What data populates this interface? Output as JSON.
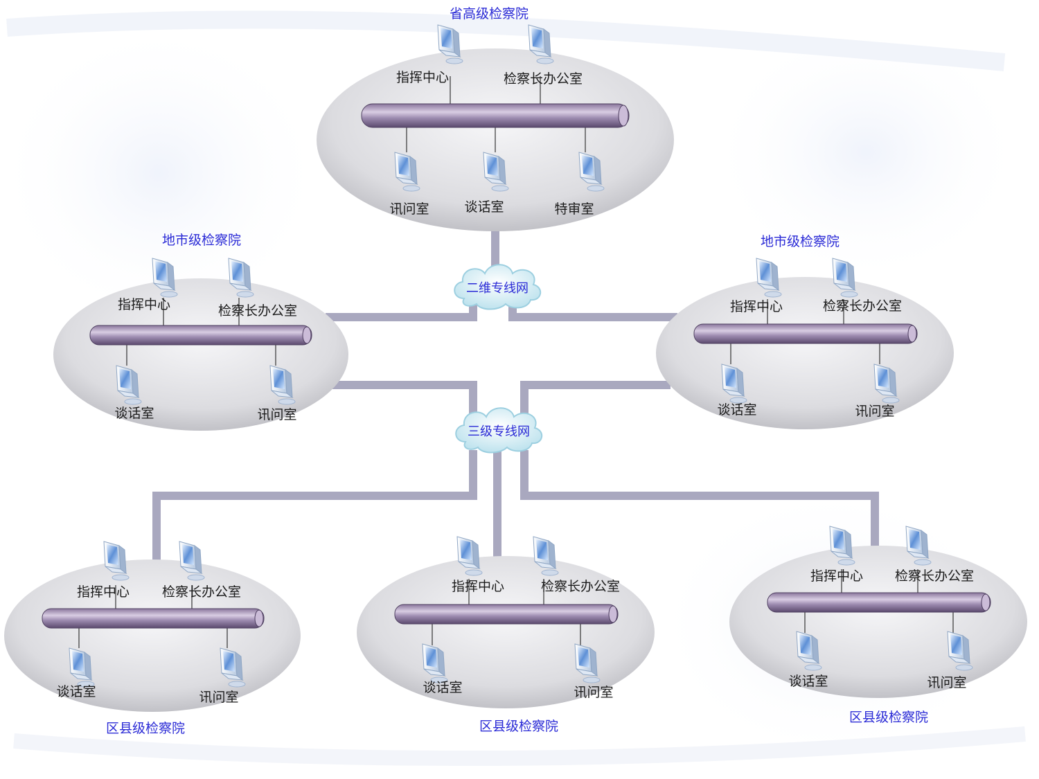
{
  "colors": {
    "link": "#a9a8bf",
    "bus_dark": "#6d5a80",
    "bus_light": "#cdbfd9",
    "ellipse_light": "#f4f4f6",
    "ellipse_dark": "#b9b9c0",
    "title_text": "#2a2ad6",
    "node_text": "#1a1a1a"
  },
  "icons": [
    "computer-monitor-icon",
    "cloud-icon"
  ],
  "clouds": {
    "upper": "二维专线网",
    "lower": "三级专线网"
  },
  "sites": {
    "province": {
      "title": "省高级检察院",
      "nodes": [
        "指挥中心",
        "检察长办公室",
        "讯问室",
        "谈话室",
        "特审室"
      ]
    },
    "city_left": {
      "title": "地市级检察院",
      "nodes": [
        "指挥中心",
        "检察长办公室",
        "谈话室",
        "讯问室"
      ]
    },
    "city_right": {
      "title": "地市级检察院",
      "nodes": [
        "指挥中心",
        "检察长办公室",
        "谈话室",
        "讯问室"
      ]
    },
    "county_left": {
      "title": "区县级检察院",
      "nodes": [
        "指挥中心",
        "检察长办公室",
        "谈话室",
        "讯问室"
      ]
    },
    "county_mid": {
      "title": "区县级检察院",
      "nodes": [
        "指挥中心",
        "检察长办公室",
        "谈话室",
        "讯问室"
      ]
    },
    "county_right": {
      "title": "区县级检察院",
      "nodes": [
        "指挥中心",
        "检察长办公室",
        "谈话室",
        "讯问室"
      ]
    }
  }
}
